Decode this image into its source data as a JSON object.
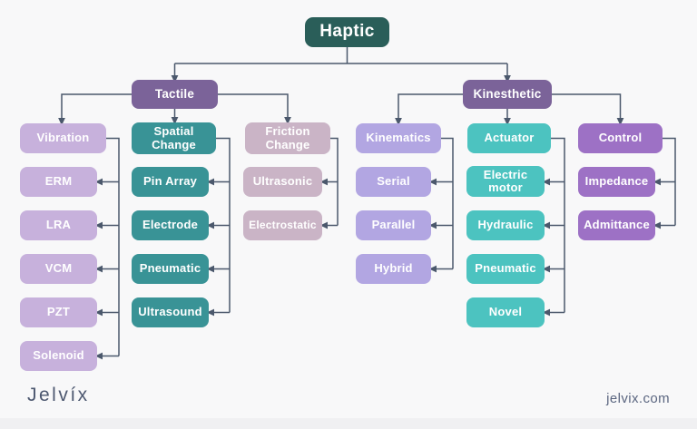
{
  "diagram": {
    "root": {
      "label": "Haptic"
    },
    "branches": [
      {
        "label": "Tactile",
        "groups": [
          {
            "label": "Vibration",
            "children": [
              "ERM",
              "LRA",
              "VCM",
              "PZT",
              "Solenoid"
            ]
          },
          {
            "label": "Spatial Change",
            "children": [
              "Pin Array",
              "Electrode",
              "Pneumatic",
              "Ultrasound"
            ]
          },
          {
            "label": "Friction Change",
            "children": [
              "Ultrasonic",
              "Electrostatic"
            ]
          }
        ]
      },
      {
        "label": "Kinesthetic",
        "groups": [
          {
            "label": "Kinematics",
            "children": [
              "Serial",
              "Parallel",
              "Hybrid"
            ]
          },
          {
            "label": "Actuator",
            "children": [
              "Electric motor",
              "Hydraulic",
              "Pneumatic",
              "Novel"
            ]
          },
          {
            "label": "Control",
            "children": [
              "Impedance",
              "Admittance"
            ]
          }
        ]
      }
    ]
  },
  "footer": {
    "logo": "Jelvíx",
    "website": "jelvix.com"
  },
  "colors": {
    "root": "#2a5e59",
    "branch": "#7b6399",
    "lavender": "#c7b1dc",
    "teal": "#399396",
    "mauve": "#cab4c6",
    "periwinkle": "#b2a6e2",
    "turquoise": "#4cc3c0",
    "violet": "#9d71c5",
    "line": "#4b586c",
    "brand": "#4d5870"
  }
}
